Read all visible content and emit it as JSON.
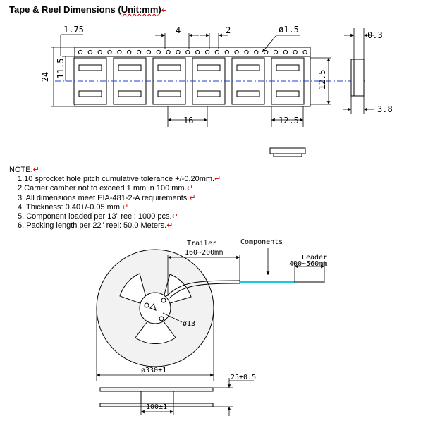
{
  "title": {
    "main": "Tape & Reel Dimensions (",
    "unit": "Unit:mm",
    "close": ")"
  },
  "tape_dims": {
    "edge": "1.75",
    "pitch4": "4",
    "p2": "2",
    "hole_dia": "ø1.5",
    "t03": "0.3",
    "h115": "11.5",
    "w24": "24",
    "w125": "12.5",
    "pitch16": "16",
    "pocket125": "12.5",
    "d38": "3.8"
  },
  "notes": {
    "header": "NOTE:",
    "items": [
      "1.10 sprocket hole pitch cumulative tolerance +/-0.20mm.",
      "2.Carrier camber not to exceed 1 mm in 100 mm.",
      "3. All dimensions meet EIA-481-2-A requirements.",
      "4. Thickness: 0.40+/-0.05 mm.",
      "5. Component loaded per 13\" reel: 1000 pcs.",
      "6. Packing length per 22\" reel: 50.0 Meters."
    ]
  },
  "reel_dims": {
    "trailer": "Trailer",
    "trailer_len": "160~200mm",
    "components": "Components",
    "leader": "Leader",
    "leader_len": "400~560mm",
    "hub": "ø13",
    "outer": "ø330±1",
    "width": "25±0.5",
    "core": "100±1"
  },
  "colors": {
    "line": "#000000",
    "dash": "#1a3fd0",
    "tape_cyan": "#18c8e0",
    "reel_fill": "#f2f2f2",
    "mark": "#cc0000"
  }
}
